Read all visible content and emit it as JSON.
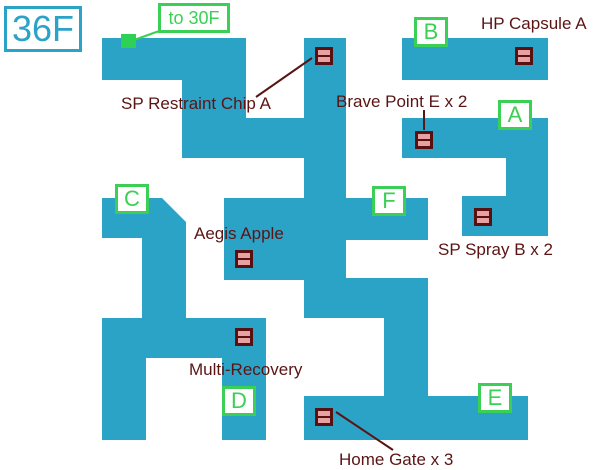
{
  "map": {
    "floor": "36F",
    "exit_label": "to 30F",
    "colors": {
      "corridor": "#2aa3c7",
      "zone_marker": "#3ccf55",
      "item_text": "#5b1414",
      "chest_fill": "#e6a2a2",
      "chest_border": "#5a1010"
    }
  },
  "zones": [
    "A",
    "B",
    "C",
    "D",
    "E",
    "F"
  ],
  "items": [
    "SP Restraint Chip A",
    "HP Capsule A",
    "Brave Point E x 2",
    "SP Spray B x 2",
    "Aegis Apple",
    "Multi-Recovery",
    "Home Gate x 3"
  ]
}
